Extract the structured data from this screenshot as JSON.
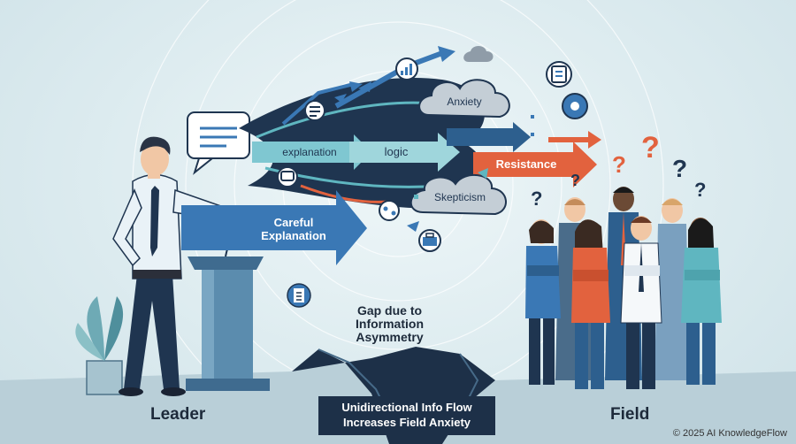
{
  "labels": {
    "leader": "Leader",
    "field": "Field",
    "gap": "Gap due to\nInformation\nAsymmetry",
    "caption": "Unidirectional Info Flow\nIncreases Field Anxiety",
    "copyright": "© 2025 AI KnowledgeFlow"
  },
  "arrows": {
    "careful": "Careful\nExplanation",
    "explanation": "explanation",
    "logic": "logic",
    "resistance": "Resistance"
  },
  "clouds": {
    "anxiety": "Anxiety",
    "skepticism": "Skepticism"
  },
  "colors": {
    "navy": "#1f3550",
    "blue": "#3a78b5",
    "teal": "#5fb6c0",
    "orange": "#e2623e",
    "skin": "#f1c7a5"
  },
  "icons": [
    "chat-bubble-icon",
    "bar-chart-icon",
    "document-icon",
    "briefcase-icon",
    "clipboard-icon",
    "gear-icon",
    "question-mark-icon"
  ]
}
